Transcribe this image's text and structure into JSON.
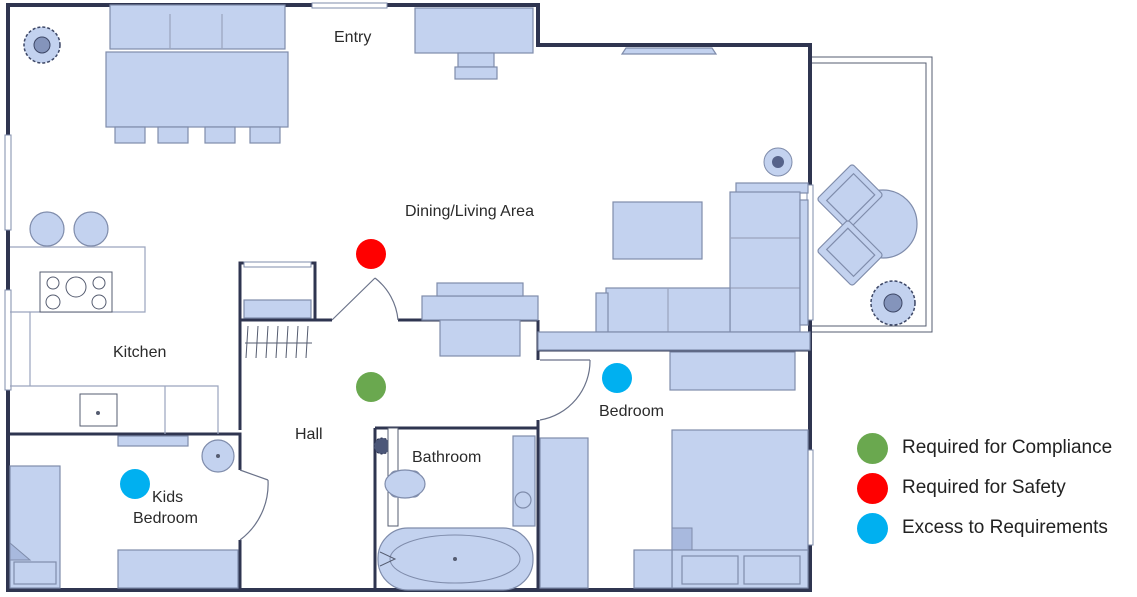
{
  "rooms": {
    "entry": "Entry",
    "dining": "Dining/Living Area",
    "kitchen": "Kitchen",
    "hall": "Hall",
    "bathroom": "Bathroom",
    "bedroom": "Bedroom",
    "kids_line1": "Kids",
    "kids_line2": "Bedroom"
  },
  "legend": [
    {
      "label": "Required for Compliance",
      "color": "#6aa84f"
    },
    {
      "label": "Required for Safety",
      "color": "#ff0000"
    },
    {
      "label": "Excess to Requirements",
      "color": "#00b0f0"
    }
  ],
  "markers": [
    {
      "category": "safety",
      "room": "Dining/Living Area"
    },
    {
      "category": "compliance",
      "room": "Hall"
    },
    {
      "category": "excess",
      "room": "Bedroom"
    },
    {
      "category": "excess",
      "room": "Kids Bedroom"
    }
  ],
  "colors": {
    "wall": "#2f3550",
    "furniture": "#c3d2ef",
    "compliance": "#6aa84f",
    "safety": "#ff0000",
    "excess": "#00b0f0"
  }
}
